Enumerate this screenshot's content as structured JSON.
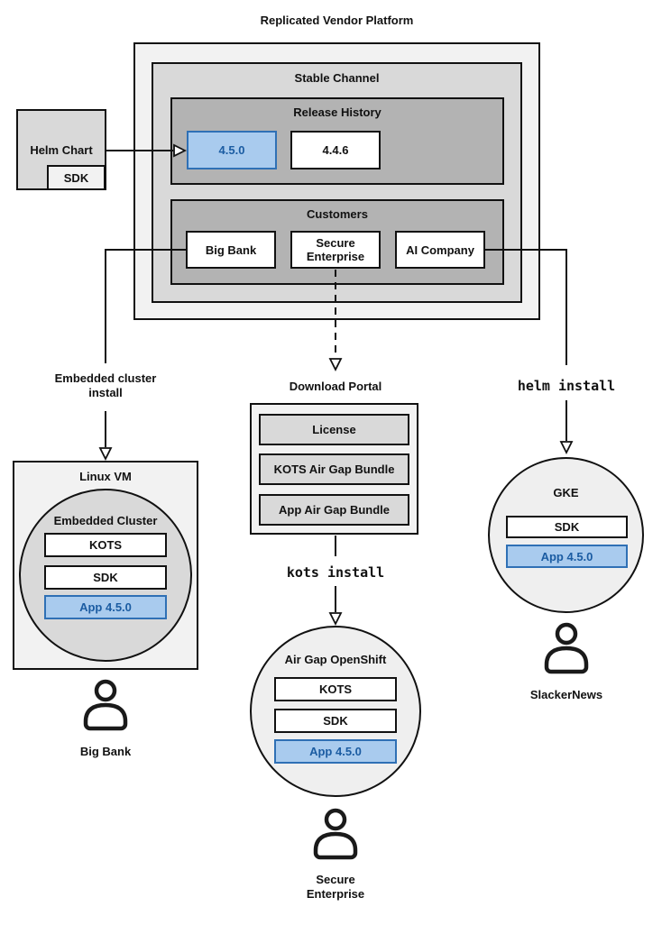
{
  "diagram": {
    "title": "Replicated Vendor Platform",
    "stable_channel": {
      "label": "Stable Channel",
      "release_history": {
        "label": "Release History",
        "releases": [
          {
            "version": "4.5.0",
            "highlighted": true
          },
          {
            "version": "4.4.6",
            "highlighted": false
          }
        ]
      },
      "customers": {
        "label": "Customers",
        "items": [
          "Big Bank",
          "Secure Enterprise",
          "AI Company"
        ]
      }
    },
    "helm_chart": {
      "label": "Helm Chart",
      "sdk": "SDK"
    },
    "left_flow": {
      "arrow_label": "Embedded cluster install",
      "host": {
        "label": "Linux VM",
        "cluster": {
          "label": "Embedded Cluster",
          "components": [
            "KOTS",
            "SDK"
          ],
          "app": "App 4.5.0"
        }
      },
      "user": "Big Bank"
    },
    "middle_flow": {
      "portal": {
        "label": "Download Portal",
        "items": [
          "License",
          "KOTS Air Gap Bundle",
          "App Air Gap Bundle"
        ]
      },
      "command": "kots install",
      "cluster": {
        "label": "Air Gap OpenShift",
        "components": [
          "KOTS",
          "SDK"
        ],
        "app": "App 4.5.0"
      },
      "user": "Secure Enterprise"
    },
    "right_flow": {
      "command": "helm install",
      "cluster": {
        "label": "GKE",
        "components": [
          "SDK"
        ],
        "app": "App 4.5.0"
      },
      "user": "SlackerNews"
    },
    "connections": [
      {
        "from": "Helm Chart",
        "to": "4.5.0",
        "style": "solid-arrow"
      },
      {
        "from": "Big Bank",
        "to": "Linux VM",
        "style": "solid-arrow",
        "label": "Embedded cluster install"
      },
      {
        "from": "Secure Enterprise",
        "to": "Download Portal",
        "style": "dashed-arrow"
      },
      {
        "from": "Download Portal",
        "to": "Air Gap OpenShift",
        "style": "solid-arrow",
        "label": "kots install"
      },
      {
        "from": "AI Company",
        "to": "GKE",
        "style": "solid-arrow",
        "label": "helm install"
      }
    ],
    "icons": {
      "user_icon": "person-outline-silhouette"
    },
    "colors": {
      "container_light": "#f2f2f2",
      "container_mid": "#d9d9d9",
      "container_dark": "#b3b3b3",
      "box_white": "#ffffff",
      "circle_fill": "#efefef",
      "border": "#111111",
      "highlight_fill": "#a9cbee",
      "highlight_border": "#2f70b5",
      "highlight_text": "#1b5ca2"
    }
  }
}
